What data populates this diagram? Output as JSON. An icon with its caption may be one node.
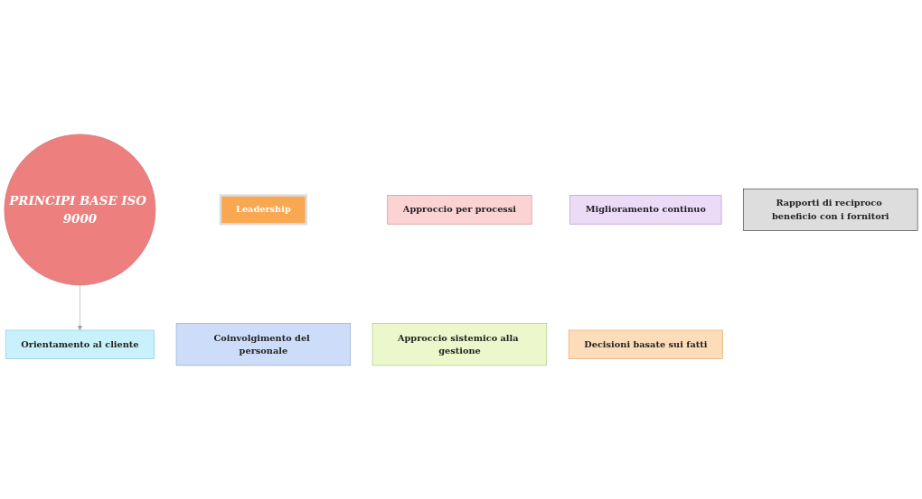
{
  "diagram": {
    "nodes": [
      {
        "text": [
          "PRINCIPI BASE ISO 9000"
        ]
      },
      {
        "text": [
          "Orientamento al cliente"
        ]
      },
      {
        "text": [
          "Leadership"
        ]
      },
      {
        "text": [
          "Coinvolgimento del personale"
        ]
      },
      {
        "text": [
          "Approccio per processi"
        ]
      },
      {
        "text": [
          "Approccio sistemico alla gestione"
        ]
      },
      {
        "text": [
          "Miglioramento continuo"
        ]
      },
      {
        "text": [
          "Decisioni basate sui fatti"
        ]
      },
      {
        "text": [
          "Rapporti di reciproco beneficio con i fornitori"
        ]
      }
    ],
    "edges": [
      {
        "from": 0,
        "to": 1,
        "arrow": "to",
        "color": "#9aa4ae"
      }
    ]
  }
}
